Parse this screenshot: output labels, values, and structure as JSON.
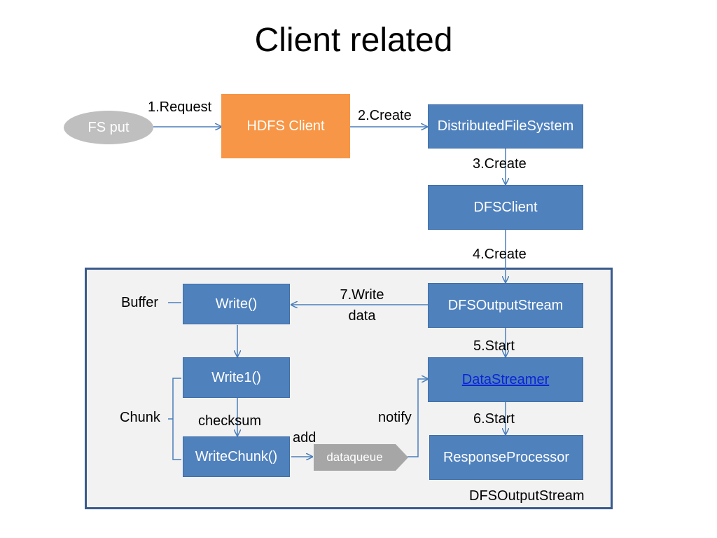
{
  "title": "Client related",
  "nodes": {
    "fs_put": "FS put",
    "hdfs_client": "HDFS Client",
    "distributed_fs": "DistributedFileSystem",
    "dfs_client": "DFSClient",
    "dfs_output_stream": "DFSOutputStream",
    "write": "Write()",
    "write1": "Write1()",
    "write_chunk": "WriteChunk()",
    "dataqueue": "dataqueue",
    "data_streamer": "DataStreamer",
    "response_processor": "ResponseProcessor"
  },
  "edges": {
    "request": "1.Request",
    "create2": "2.Create",
    "create3": "3.Create",
    "create4": "4.Create",
    "start5": "5.Start",
    "start6": "6.Start",
    "write_data": "7.Write data",
    "checksum": "checksum",
    "add": "add",
    "notify": "notify"
  },
  "annotations": {
    "buffer": "Buffer",
    "chunk": "Chunk",
    "container_label": "DFSOutputStream"
  },
  "colors": {
    "blue_box": "#4f81bd",
    "orange_box": "#f79646",
    "gray_ellipse": "#bfbfbf",
    "container_border": "#3a5a8c",
    "container_fill": "#f2f2f2",
    "arrow": "#4a7ebb"
  }
}
